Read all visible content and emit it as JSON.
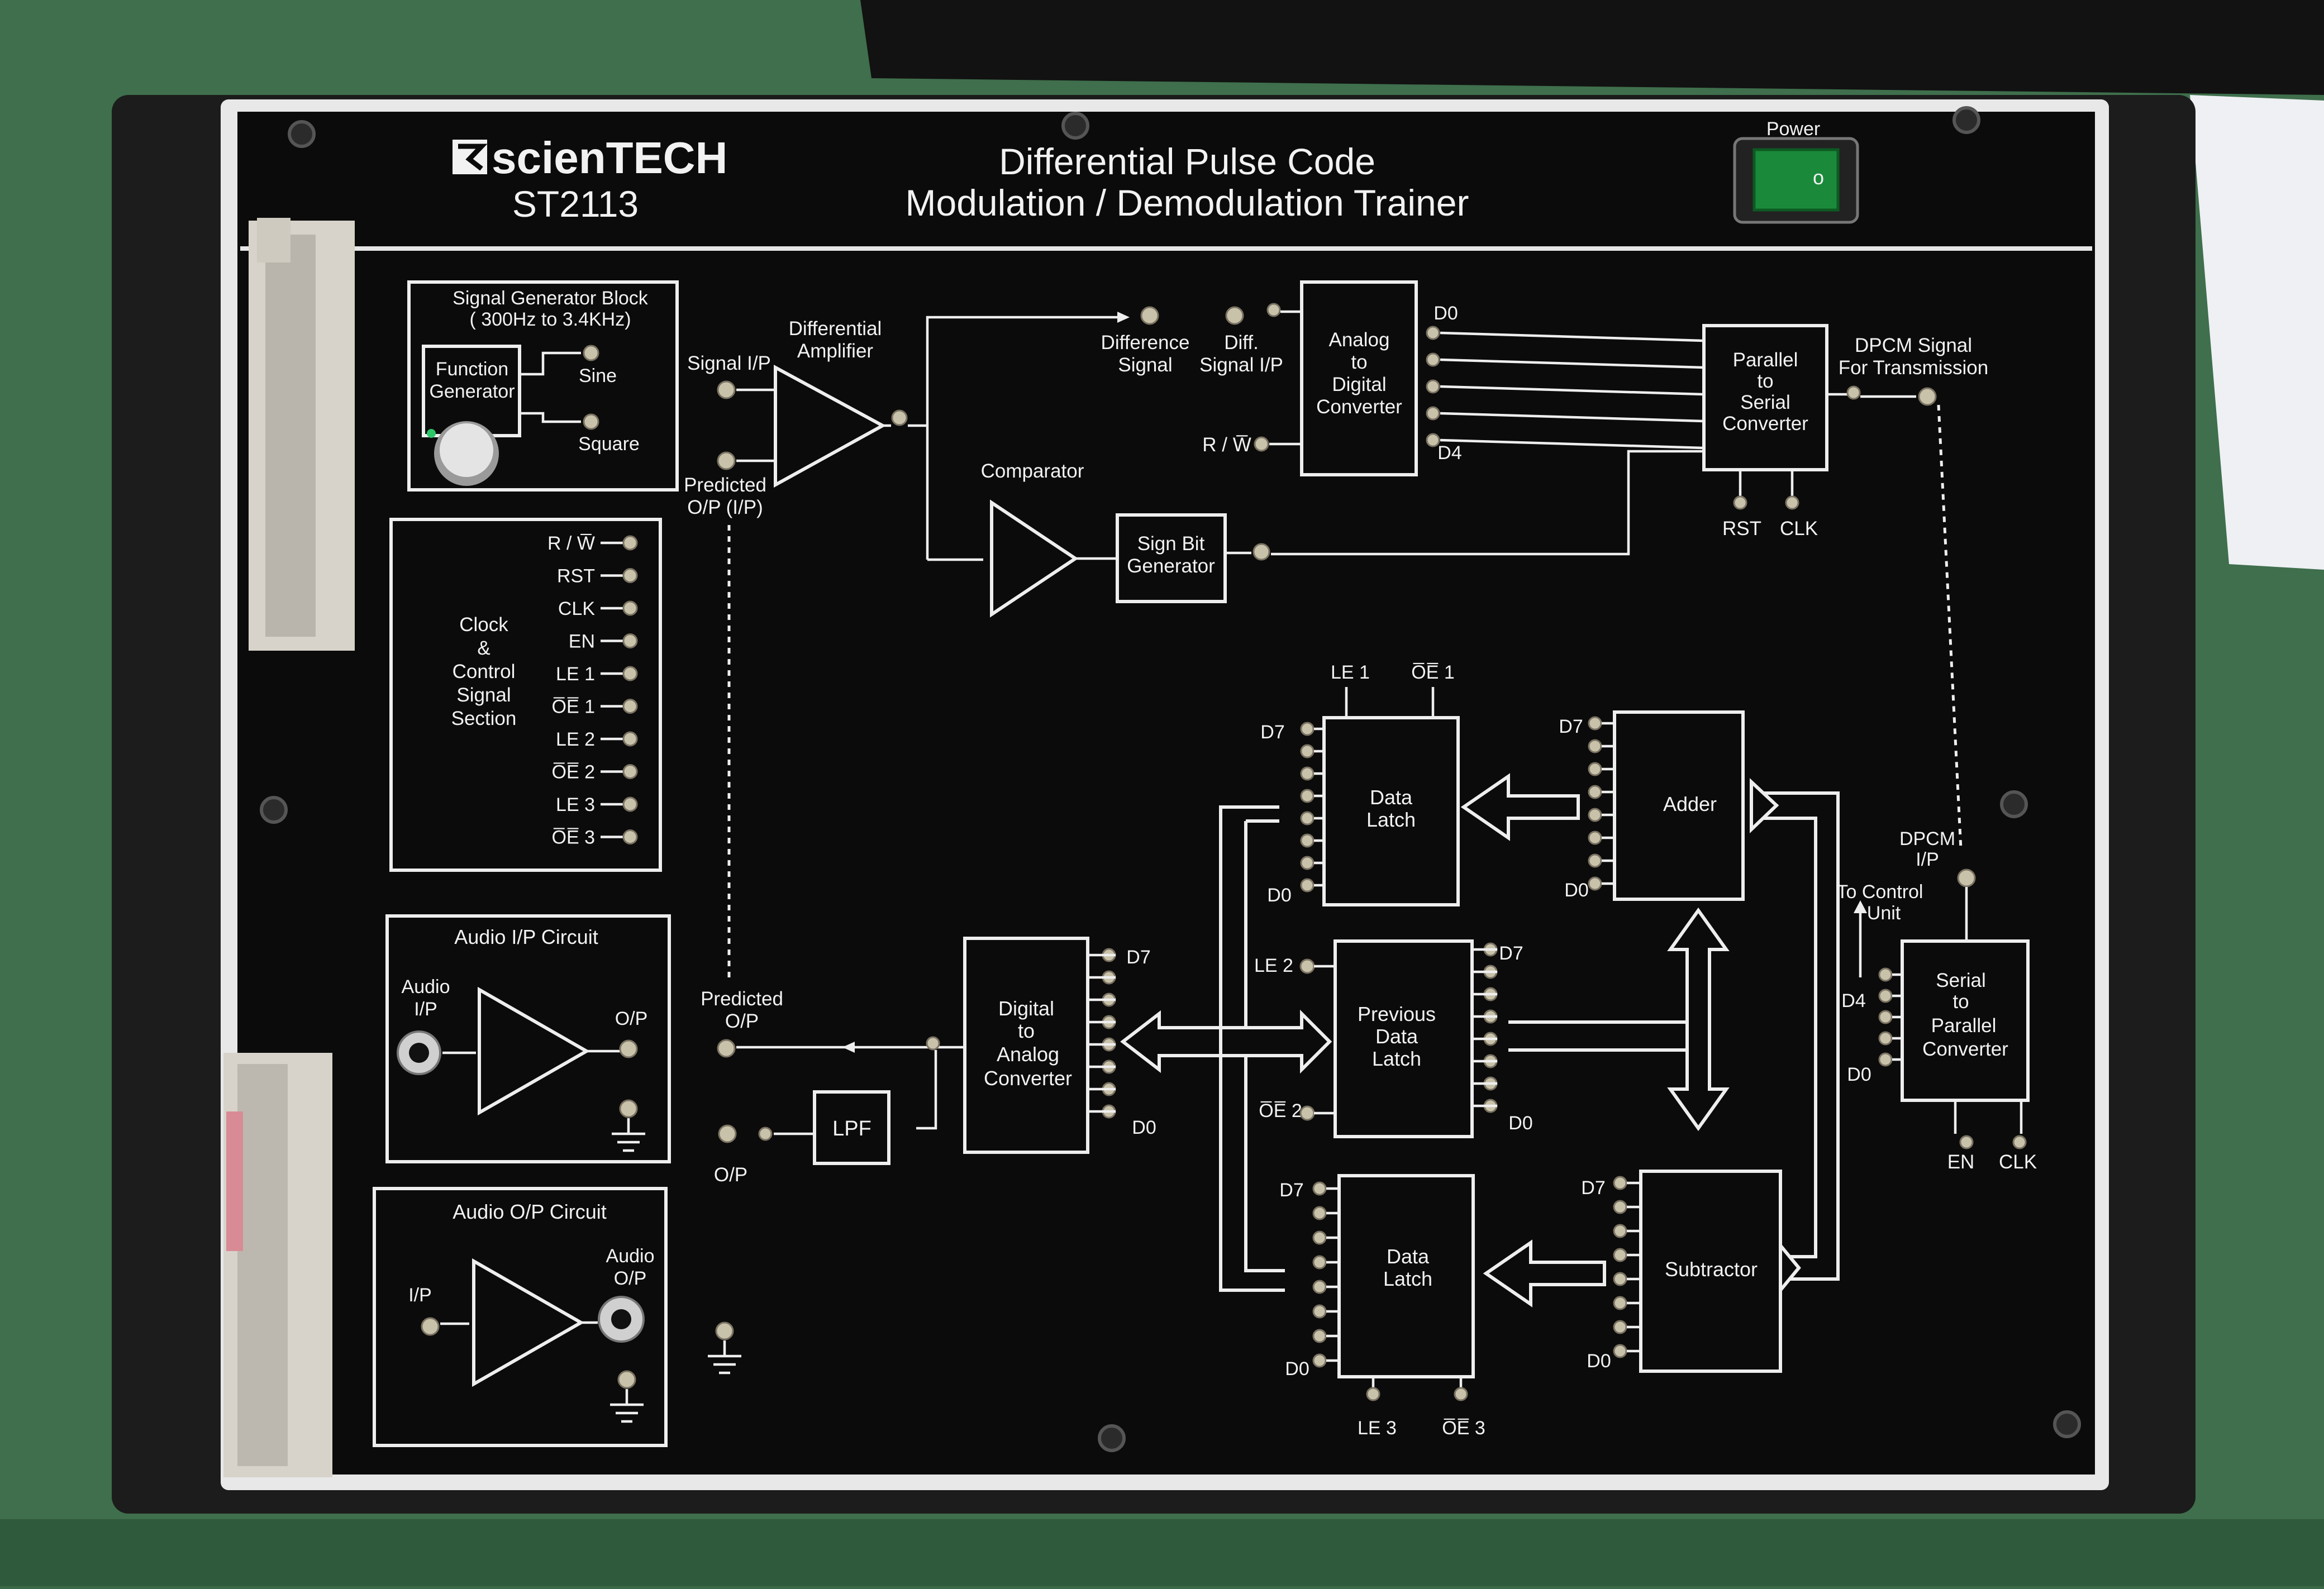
{
  "brand": {
    "logo_text": "scienTECH",
    "model": "ST2113"
  },
  "title": {
    "line1": "Differential Pulse Code",
    "line2": "Modulation / Demodulation Trainer"
  },
  "power": {
    "label": "Power",
    "switch_symbol": "o"
  },
  "signal_generator": {
    "title_line1": "Signal Generator Block",
    "title_line2": "( 300Hz to 3.4KHz)",
    "function_generator_line1": "Function",
    "function_generator_line2": "Generator",
    "sine": "Sine",
    "square": "Square"
  },
  "clock_control": {
    "title_lines": [
      "Clock",
      "&",
      "Control",
      "Signal",
      "Section"
    ],
    "outputs": [
      "R / W̅",
      "RST",
      "CLK",
      "EN",
      "LE 1",
      "O̅E̅ 1",
      "LE 2",
      "O̅E̅ 2",
      "LE 3",
      "O̅E̅ 3"
    ]
  },
  "audio_ip": {
    "title": "Audio I/P Circuit",
    "in_line1": "Audio",
    "in_line2": "I/P",
    "out": "O/P"
  },
  "audio_op": {
    "title": "Audio O/P Circuit",
    "in": "I/P",
    "out_line1": "Audio",
    "out_line2": "O/P"
  },
  "diff_amp": {
    "label_line1": "Differential",
    "label_line2": "Amplifier",
    "signal_in": "Signal I/P",
    "predicted_line1": "Predicted",
    "predicted_line2": "O/P (I/P)"
  },
  "comparator": {
    "label": "Comparator"
  },
  "sign_bit": {
    "line1": "Sign Bit",
    "line2": "Generator"
  },
  "difference_signal": {
    "line1": "Difference",
    "line2": "Signal"
  },
  "adc": {
    "in_line1": "Diff.",
    "in_line2": "Signal I/P",
    "rw": "R / W̅",
    "lines": [
      "Analog",
      "to",
      "Digital",
      "Converter"
    ],
    "d0": "D0",
    "d4": "D4"
  },
  "p2s": {
    "lines": [
      "Parallel",
      "to",
      "Serial",
      "Converter"
    ],
    "rst": "RST",
    "clk": "CLK"
  },
  "dpcm_out": {
    "line1": "DPCM Signal",
    "line2": "For Transmission"
  },
  "dpcm_in": {
    "line1": "DPCM",
    "line2": "I/P"
  },
  "s2p": {
    "lines": [
      "Serial",
      "to",
      "Parallel",
      "Converter"
    ],
    "to_control_line1": "To Control",
    "to_control_line2": "Unit",
    "d4": "D4",
    "d0": "D0",
    "en": "EN",
    "clk": "CLK"
  },
  "latch1": {
    "line1": "Data",
    "line2": "Latch",
    "le": "LE 1",
    "oe": "O̅E̅ 1",
    "d7": "D7",
    "d0": "D0"
  },
  "adder": {
    "label": "Adder",
    "d7": "D7",
    "d0": "D0"
  },
  "prev_latch": {
    "lines": [
      "Previous",
      "Data",
      "Latch"
    ],
    "le": "LE 2",
    "oe": "O̅E̅ 2",
    "d7": "D7",
    "d0": "D0"
  },
  "latch3": {
    "line1": "Data",
    "line2": "Latch",
    "le": "LE 3",
    "oe": "O̅E̅ 3",
    "d7": "D7",
    "d0": "D0"
  },
  "subtractor": {
    "label": "Subtractor",
    "d7": "D7",
    "d0": "D0"
  },
  "dac": {
    "lines": [
      "Digital",
      "to",
      "Analog",
      "Converter"
    ],
    "d7": "D7",
    "d0": "D0"
  },
  "predicted_out": {
    "line1": "Predicted",
    "line2": "O/P"
  },
  "lpf": {
    "label": "LPF",
    "out": "O/P"
  }
}
